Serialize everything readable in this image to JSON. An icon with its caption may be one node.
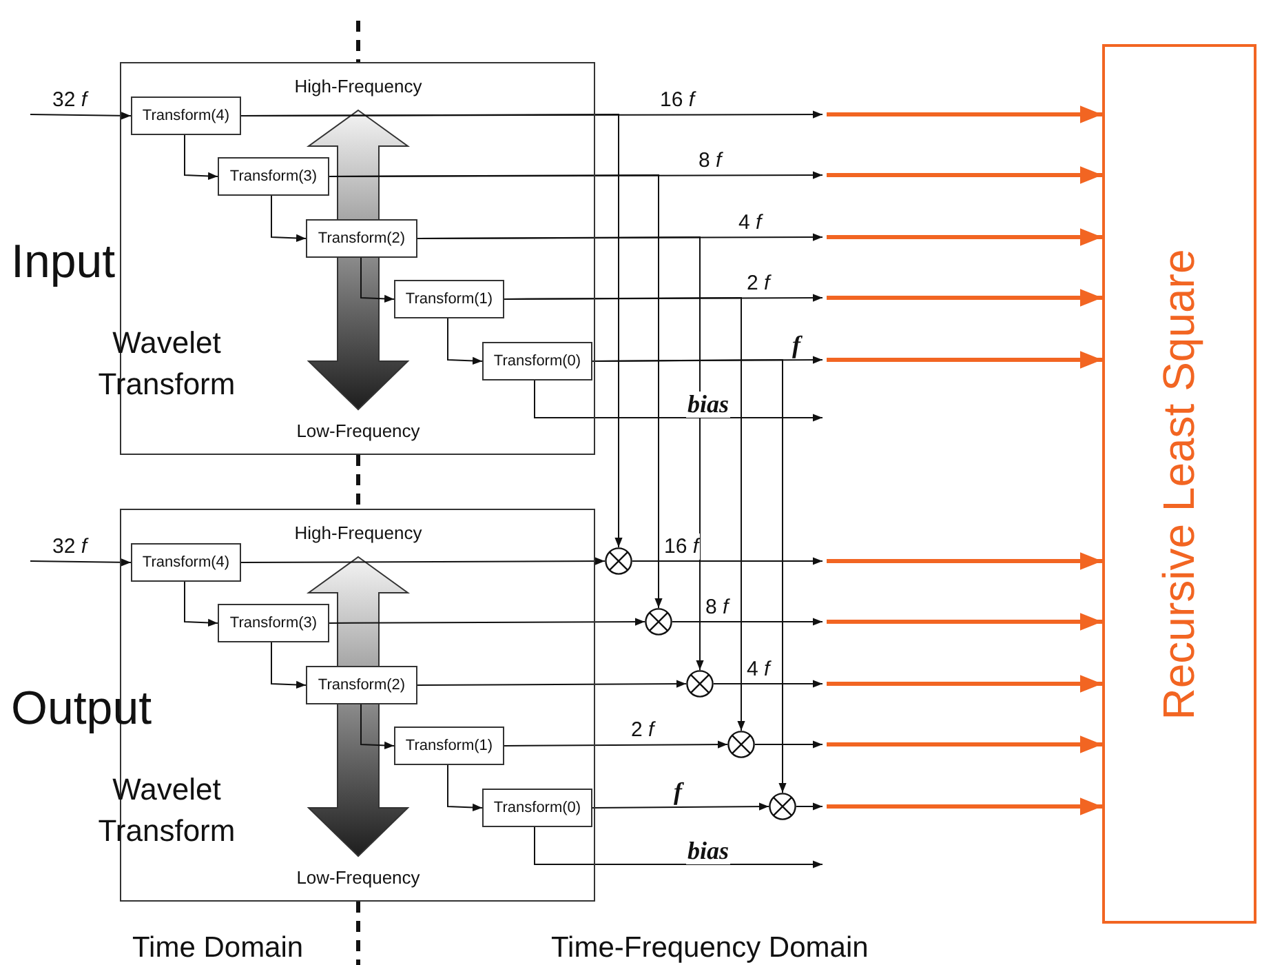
{
  "diagram": {
    "nodes": [
      {
        "text": [
          "Input",
          "Wavelet Transform"
        ]
      },
      {
        "text": [
          "Transform(4)"
        ],
        "in": 0
      },
      {
        "text": [
          "Transform(3)"
        ],
        "in": 0
      },
      {
        "text": [
          "Transform(2)"
        ],
        "in": 0
      },
      {
        "text": [
          "Transform(1)"
        ],
        "in": 0
      },
      {
        "text": [
          "Transform(0)"
        ],
        "in": 0
      },
      {
        "text": [
          "Output",
          "Wavelet Transform"
        ]
      },
      {
        "text": [
          "Transform(4)"
        ],
        "in": 6
      },
      {
        "text": [
          "Transform(3)"
        ],
        "in": 6
      },
      {
        "text": [
          "Transform(2)"
        ],
        "in": 6
      },
      {
        "text": [
          "Transform(1)"
        ],
        "in": 6
      },
      {
        "text": [
          "Transform(0)"
        ],
        "in": 6
      },
      {
        "text": [],
        "shape": "circle"
      },
      {
        "text": [],
        "shape": "circle"
      },
      {
        "text": [],
        "shape": "circle"
      },
      {
        "text": [],
        "shape": "circle"
      },
      {
        "text": [],
        "shape": "circle"
      },
      {
        "text": [
          "Recursive Least Square"
        ]
      }
    ],
    "edges": [
      {
        "from": null,
        "to": 1,
        "arrow": "to",
        "label": "32 *f*"
      },
      {
        "from": 1,
        "to": 2,
        "arrow": "to"
      },
      {
        "from": 2,
        "to": 3,
        "arrow": "to"
      },
      {
        "from": 3,
        "to": 4,
        "arrow": "to"
      },
      {
        "from": 4,
        "to": 5,
        "arrow": "to"
      },
      {
        "from": 1,
        "to": null,
        "arrow": "to",
        "label": "16 *f*"
      },
      {
        "from": 1,
        "to": 12,
        "arrow": "to"
      },
      {
        "from": 2,
        "to": null,
        "arrow": "to",
        "label": "8 *f*"
      },
      {
        "from": 2,
        "to": 13,
        "arrow": "to"
      },
      {
        "from": 3,
        "to": null,
        "arrow": "to",
        "label": "4 *f*"
      },
      {
        "from": 3,
        "to": 14,
        "arrow": "to"
      },
      {
        "from": 4,
        "to": null,
        "arrow": "to",
        "label": "2 *f*"
      },
      {
        "from": 4,
        "to": 15,
        "arrow": "to"
      },
      {
        "from": 5,
        "to": null,
        "arrow": "to",
        "label": "f"
      },
      {
        "from": 5,
        "to": 16,
        "arrow": "to"
      },
      {
        "from": 5,
        "to": null,
        "arrow": "to",
        "label": "bias"
      },
      {
        "from": null,
        "to": 7,
        "arrow": "to",
        "label": "32 *f*"
      },
      {
        "from": 7,
        "to": 8,
        "arrow": "to"
      },
      {
        "from": 8,
        "to": 9,
        "arrow": "to"
      },
      {
        "from": 9,
        "to": 10,
        "arrow": "to"
      },
      {
        "from": 10,
        "to": 11,
        "arrow": "to"
      },
      {
        "from": 7,
        "to": 12,
        "arrow": "to"
      },
      {
        "from": 8,
        "to": 13,
        "arrow": "to"
      },
      {
        "from": 9,
        "to": 14,
        "arrow": "to"
      },
      {
        "from": 10,
        "to": 15,
        "arrow": "to",
        "label": "2 *f*"
      },
      {
        "from": 11,
        "to": 16,
        "arrow": "to",
        "label": "f"
      },
      {
        "from": 12,
        "to": null,
        "arrow": "to",
        "label": "16 *f*"
      },
      {
        "from": 13,
        "to": null,
        "arrow": "to",
        "label": "8 *f*"
      },
      {
        "from": 14,
        "to": null,
        "arrow": "to",
        "label": "4 *f*"
      },
      {
        "from": 15,
        "to": null,
        "arrow": "to"
      },
      {
        "from": 16,
        "to": null,
        "arrow": "to"
      },
      {
        "from": 11,
        "to": null,
        "arrow": "to",
        "label": "bias"
      },
      {
        "from": null,
        "to": 17,
        "arrow": "to",
        "style": "thick",
        "color": "#f26522"
      },
      {
        "from": null,
        "to": 17,
        "arrow": "to",
        "style": "thick",
        "color": "#f26522"
      },
      {
        "from": null,
        "to": 17,
        "arrow": "to",
        "style": "thick",
        "color": "#f26522"
      },
      {
        "from": null,
        "to": 17,
        "arrow": "to",
        "style": "thick",
        "color": "#f26522"
      },
      {
        "from": null,
        "to": 17,
        "arrow": "to",
        "style": "thick",
        "color": "#f26522"
      },
      {
        "from": null,
        "to": 17,
        "arrow": "to",
        "style": "thick",
        "color": "#f26522"
      },
      {
        "from": null,
        "to": 17,
        "arrow": "to",
        "style": "thick",
        "color": "#f26522"
      },
      {
        "from": null,
        "to": 17,
        "arrow": "to",
        "style": "thick",
        "color": "#f26522"
      },
      {
        "from": null,
        "to": 17,
        "arrow": "to",
        "style": "thick",
        "color": "#f26522"
      },
      {
        "from": null,
        "to": 17,
        "arrow": "to",
        "style": "thick",
        "color": "#f26522"
      }
    ],
    "labels": [
      "High-Frequency",
      "Low-Frequency",
      "High-Frequency",
      "Low-Frequency",
      "Time Domain",
      "Time-Frequency Domain"
    ]
  }
}
